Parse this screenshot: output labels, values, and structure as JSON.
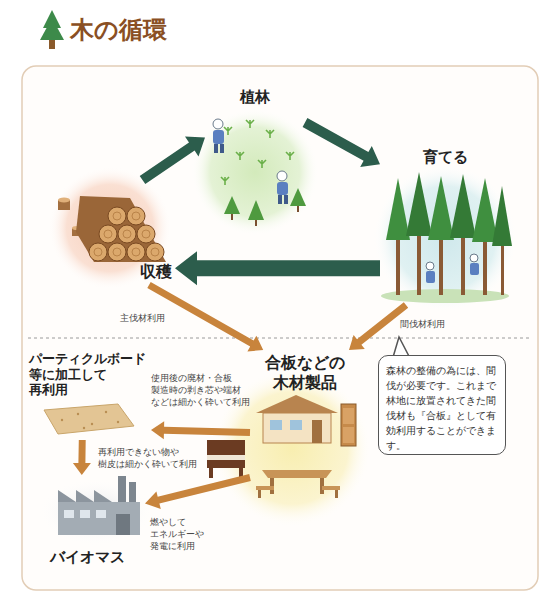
{
  "diagram": {
    "title": "木の循環",
    "nodes": [
      {
        "text": [
          "植林"
        ]
      },
      {
        "text": [
          "育てる"
        ]
      },
      {
        "text": [
          "収穫"
        ]
      },
      {
        "text": [
          "合板などの 木材製品"
        ]
      },
      {
        "text": [
          "パーティクルボード 等に加工して 再利用"
        ]
      },
      {
        "text": [
          "バイオマス"
        ]
      },
      {
        "text": [
          "森林の整備の為には、間伐が必要です。これまで林地に放置されてきた間伐材も『合板』として有効利用することができます。"
        ]
      }
    ],
    "edges": [
      {
        "from": 2,
        "to": 0,
        "arrow": "to"
      },
      {
        "from": 0,
        "to": 1,
        "arrow": "to"
      },
      {
        "from": 1,
        "to": 2,
        "arrow": "to"
      },
      {
        "from": 2,
        "to": 3,
        "label": "主伐材利用",
        "arrow": "to"
      },
      {
        "from": 1,
        "to": 3,
        "label": "間伐材利用",
        "arrow": "to"
      },
      {
        "from": 3,
        "to": 4,
        "label": "使用後の廃材・合板 製造時の剥き芯や端材 などは細かく砕いて利用",
        "arrow": "to"
      },
      {
        "from": 4,
        "to": 5,
        "label": "再利用できない物や 樹皮は細かく砕いて利用",
        "arrow": "to"
      },
      {
        "from": 3,
        "to": 5,
        "label": "燃やして エネルギーや 発電に利用",
        "arrow": "to"
      }
    ]
  }
}
